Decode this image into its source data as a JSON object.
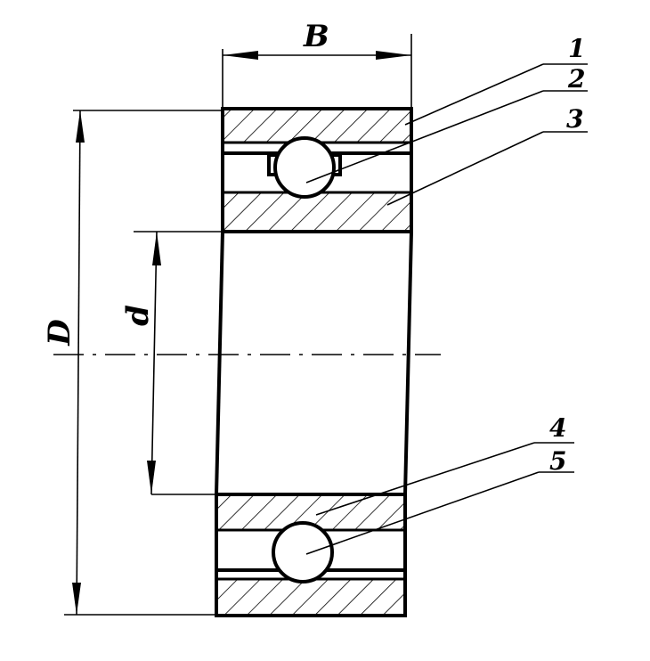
{
  "drawing": {
    "dimensions": {
      "width_label": "B",
      "outer_diameter_label": "D",
      "bore_diameter_label": "d"
    },
    "callouts": [
      "1",
      "2",
      "3",
      "4",
      "5"
    ]
  }
}
